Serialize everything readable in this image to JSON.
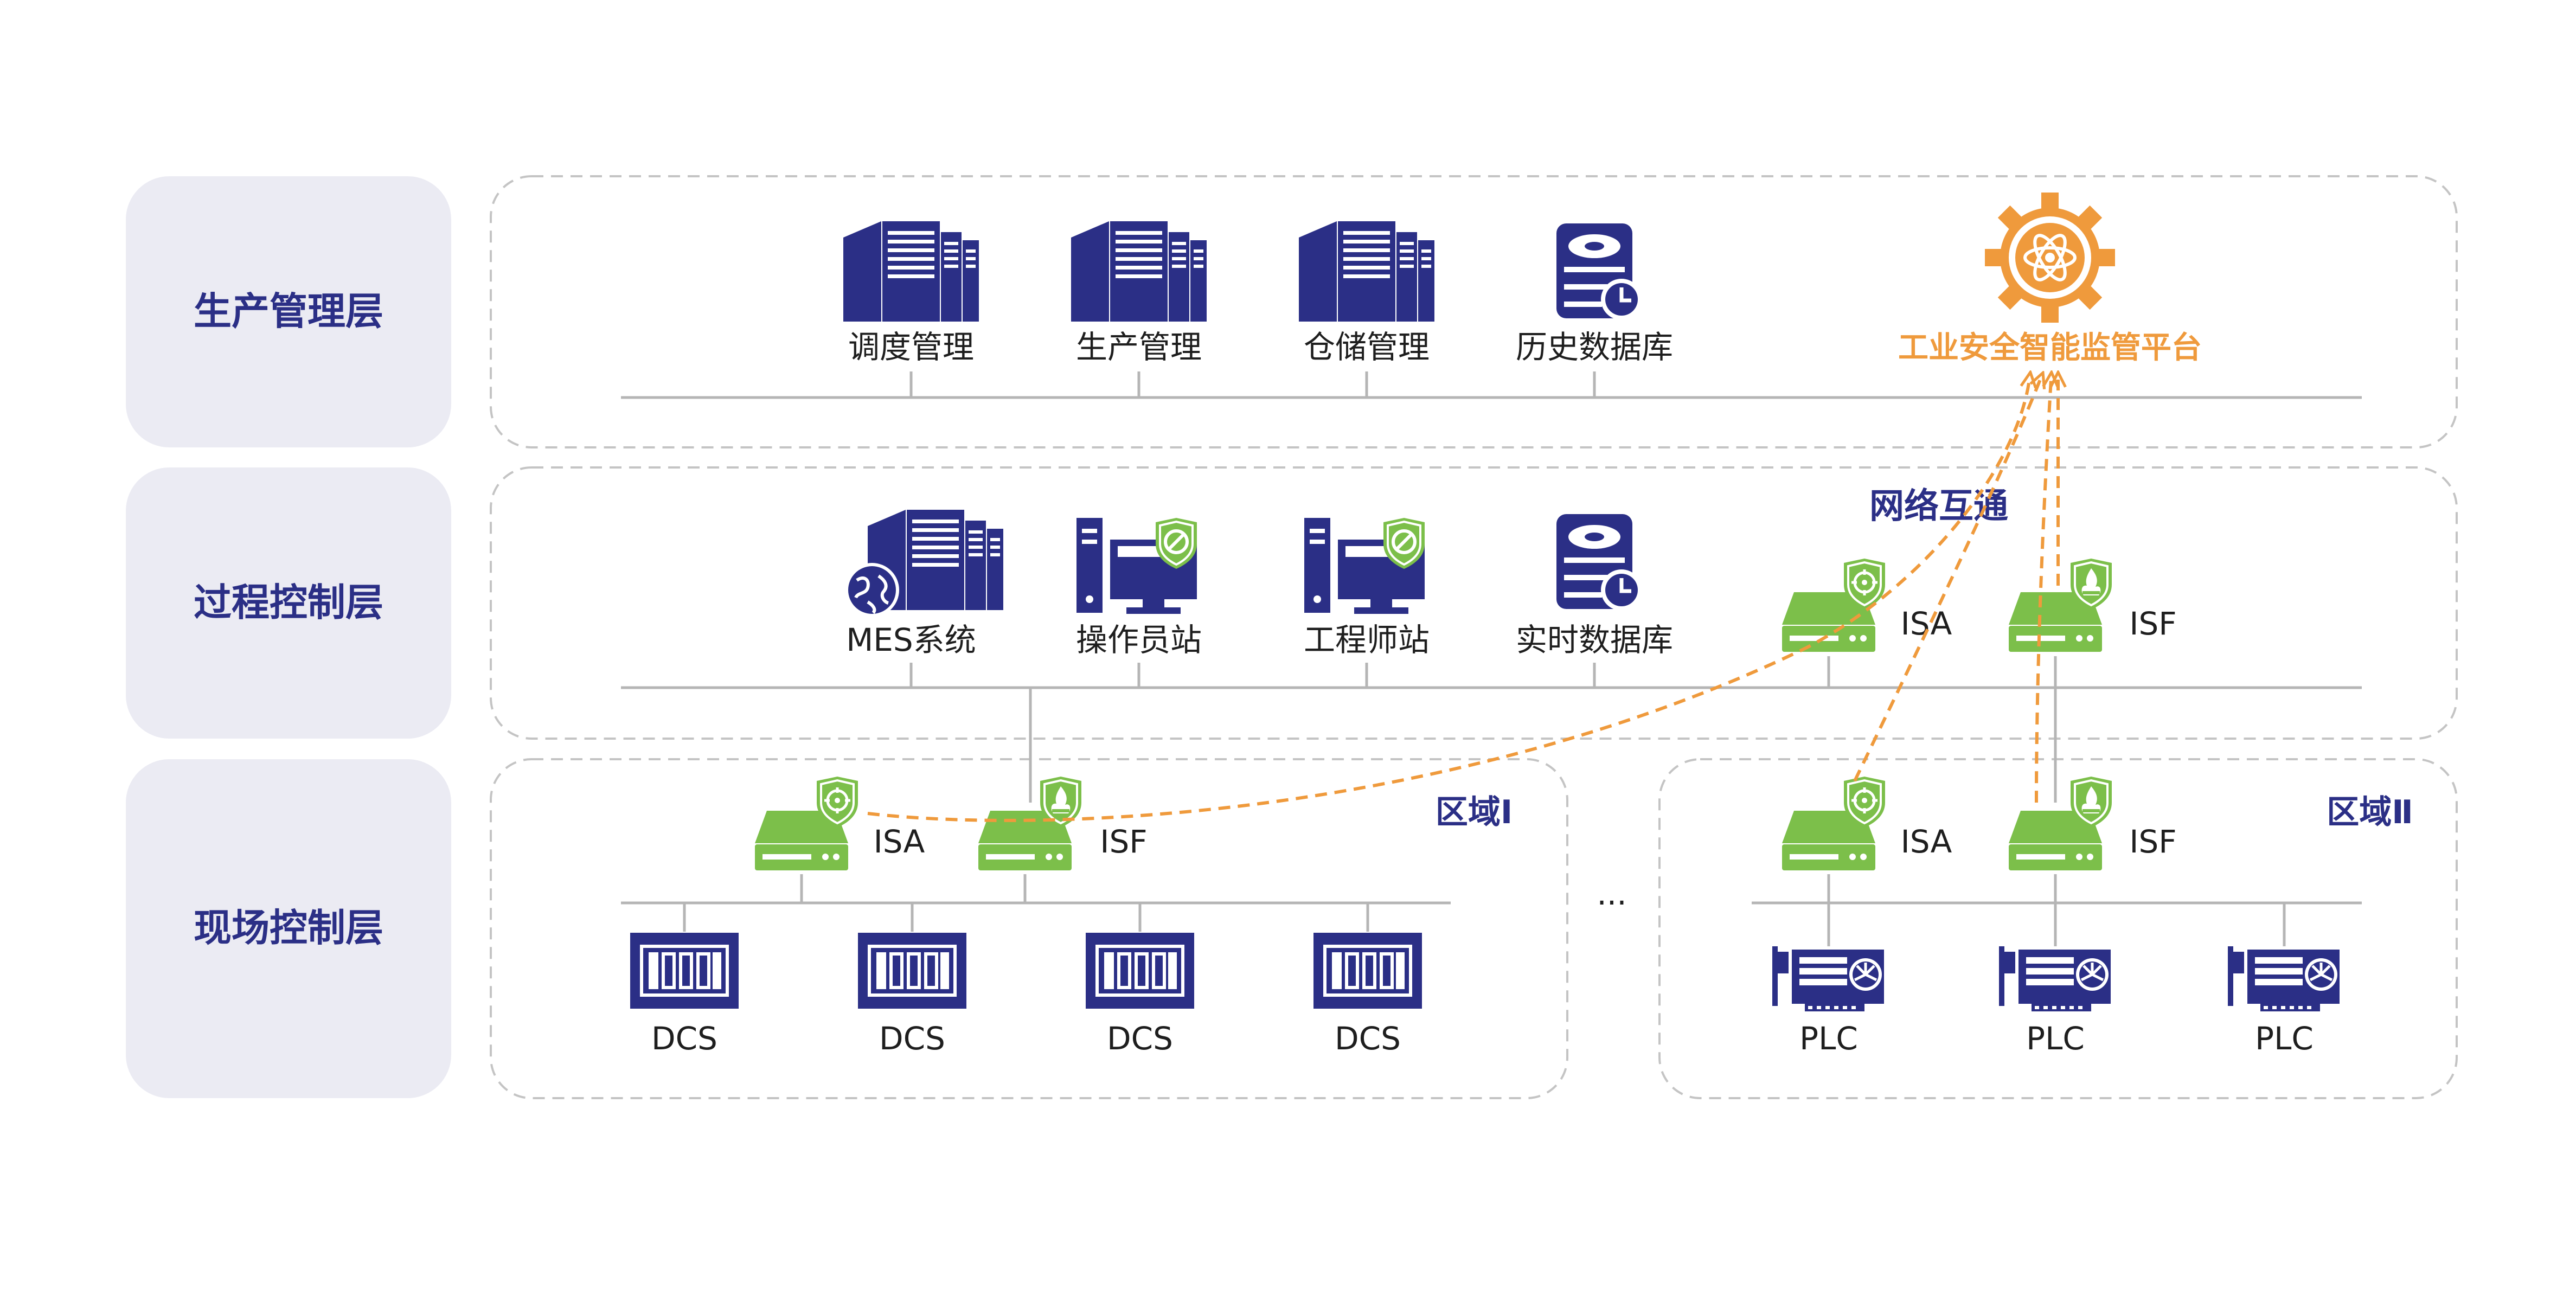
{
  "layers": {
    "production": "生产管理层",
    "process": "过程控制层",
    "field": "现场控制层"
  },
  "production_items": {
    "dispatch": "调度管理",
    "production": "生产管理",
    "warehouse": "仓储管理",
    "history_db": "历史数据库",
    "platform": "工业安全智能监管平台"
  },
  "process_items": {
    "mes": "MES系统",
    "operator": "操作员站",
    "engineer": "工程师站",
    "realtime_db": "实时数据库",
    "isa": "ISA",
    "isf": "ISF"
  },
  "network_label": "网络互通",
  "zone1": {
    "label": "区域Ⅰ",
    "isa": "ISA",
    "isf": "ISF",
    "devices": [
      "DCS",
      "DCS",
      "DCS",
      "DCS"
    ]
  },
  "ellipsis": "...",
  "zone2": {
    "label": "区域Ⅱ",
    "isa": "ISA",
    "isf": "ISF",
    "devices": [
      "PLC",
      "PLC",
      "PLC"
    ]
  },
  "colors": {
    "navy": "#2b2f86",
    "green": "#7cbf4a",
    "orange": "#ef9a3c",
    "layer_bg": "#ebebf3",
    "line": "#b5b5b5"
  },
  "icons": {
    "server": "server-rack-icon",
    "database": "database-clock-icon",
    "workstation": "workstation-shield-icon",
    "gear": "gear-atom-icon",
    "security_box": "security-appliance-icon",
    "dcs": "dcs-controller-icon",
    "plc": "plc-card-icon"
  }
}
